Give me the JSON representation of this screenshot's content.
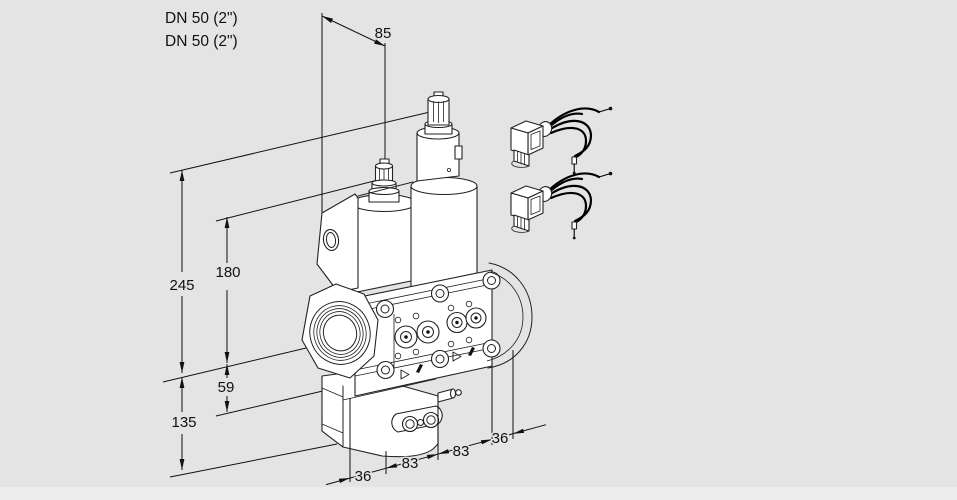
{
  "page": {
    "background_color": "#e4e4e4",
    "line_color": "#222222",
    "footer_strip_color": "#ededee"
  },
  "annotations": {
    "port_label_1": "DN 50 (2\")",
    "port_label_2": "DN 50 (2\")"
  },
  "dimensions_mm": {
    "top_depth": "85",
    "height_total": "245",
    "height_upper": "180",
    "height_mid": "59",
    "height_lower": "135",
    "chain_left": "36",
    "chain_mid_left": "83",
    "chain_mid_right": "83",
    "chain_right": "36"
  }
}
